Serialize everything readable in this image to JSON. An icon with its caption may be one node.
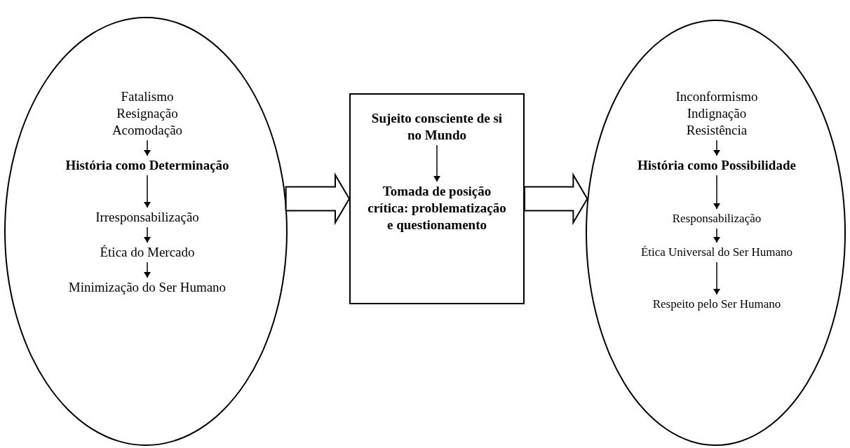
{
  "diagram": {
    "nodes": [
      {
        "text": [],
        "shape": "ellipse"
      },
      {
        "text": [
          "Fatalismo",
          "Resignação",
          "Acomodação"
        ],
        "in": 0
      },
      {
        "text": [
          "História como Determinação"
        ],
        "in": 0
      },
      {
        "text": [
          "Irresponsabilização"
        ],
        "in": 0
      },
      {
        "text": [
          "Ética do Mercado"
        ],
        "in": 0
      },
      {
        "text": [
          "Minimização do Ser Humano"
        ],
        "in": 0
      },
      {
        "text": [],
        "shape": "box"
      },
      {
        "text": [
          "Sujeito consciente de si no Mundo"
        ],
        "in": 6
      },
      {
        "text": [
          "Tomada de posição crítica: problematização e questionamento"
        ],
        "in": 6
      },
      {
        "text": [],
        "shape": "ellipse"
      },
      {
        "text": [
          "Inconformismo",
          "Indignação",
          "Resistência"
        ],
        "in": 9
      },
      {
        "text": [
          "História como Possibilidade"
        ],
        "in": 9
      },
      {
        "text": [
          "Responsabilização"
        ],
        "in": 9
      },
      {
        "text": [
          "Ética Universal do Ser Humano"
        ],
        "in": 9
      },
      {
        "text": [
          "Respeito pelo Ser Humano"
        ],
        "in": 9
      }
    ],
    "edges": [
      {
        "from": 1,
        "to": 2,
        "arrow": "to"
      },
      {
        "from": 2,
        "to": 3,
        "arrow": "to"
      },
      {
        "from": 3,
        "to": 4,
        "arrow": "to"
      },
      {
        "from": 4,
        "to": 5,
        "arrow": "to"
      },
      {
        "from": 0,
        "to": 6,
        "arrow": "to",
        "style": "thick"
      },
      {
        "from": 7,
        "to": 8,
        "arrow": "to"
      },
      {
        "from": 6,
        "to": 9,
        "arrow": "to",
        "style": "thick"
      },
      {
        "from": 10,
        "to": 11,
        "arrow": "to"
      },
      {
        "from": 11,
        "to": 12,
        "arrow": "to"
      },
      {
        "from": 12,
        "to": 13,
        "arrow": "to"
      },
      {
        "from": 13,
        "to": 14,
        "arrow": "to"
      }
    ]
  }
}
